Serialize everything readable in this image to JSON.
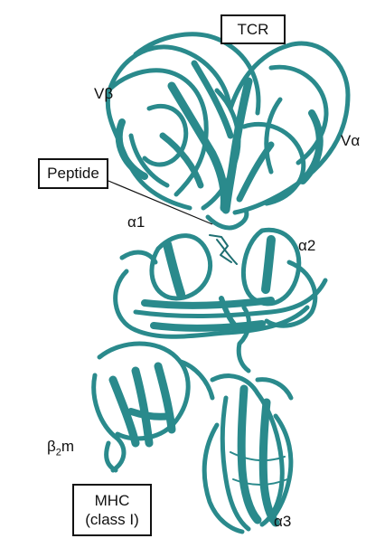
{
  "colors": {
    "ribbon": "#2a8a8c",
    "ribbon_dark": "#1f6f72",
    "text": "#111111",
    "box_border": "#111111"
  },
  "boxes": {
    "tcr": "TCR",
    "peptide": "Peptide",
    "mhc_line1": "MHC",
    "mhc_line2": "(class I)"
  },
  "labels": {
    "vbeta": "Vβ",
    "valpha": "Vα",
    "alpha1": "α1",
    "alpha2": "α2",
    "beta2m_base": "β",
    "beta2m_sub": "2",
    "beta2m_tail": "m",
    "alpha3": "α3"
  }
}
